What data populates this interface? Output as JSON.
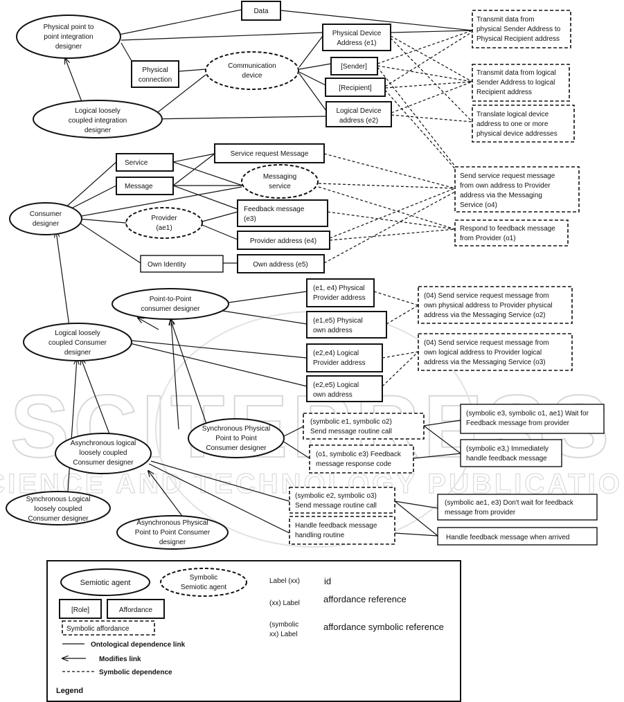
{
  "watermark": {
    "main": "SCITEPRESS",
    "sub": "SCIENCE AND TECHNOLOGY PUBLICATIONS"
  },
  "nodes": {
    "data": [
      "Data"
    ],
    "phys_p2p_designer": [
      "Physical point to",
      "point integration",
      "designer"
    ],
    "logical_loose_integration": [
      "Logical loosely",
      "coupled integration",
      "designer"
    ],
    "physical_connection": [
      "Physical",
      "connection"
    ],
    "communication_device": [
      "Communication",
      "device"
    ],
    "physical_device_address": [
      "Physical Device",
      "Address (e1)"
    ],
    "sender": [
      "[Sender]"
    ],
    "recipient": [
      "[Recipient]"
    ],
    "logical_device_address": [
      "Logical Device",
      "address (e2)"
    ],
    "transmit_physical": [
      "Transmit data from",
      "physical Sender Address to",
      "Physical Recipient address"
    ],
    "transmit_logical": [
      "Transmit data from logical",
      "Sender Address to logical",
      "Recipient address"
    ],
    "translate_logical": [
      "Translate logical device",
      "address to one or more",
      "physical device addresses"
    ],
    "service": [
      "Service"
    ],
    "message": [
      "Message"
    ],
    "service_request_message": [
      "Service request Message"
    ],
    "messaging_service": [
      "Messaging",
      "service"
    ],
    "consumer_designer": [
      "Consumer",
      "designer"
    ],
    "provider": [
      "Provider",
      "(ae1)"
    ],
    "feedback_message": [
      "Feedback message",
      "(e3)"
    ],
    "provider_address": [
      "Provider address (e4)"
    ],
    "own_identity": [
      "Own Identity"
    ],
    "own_address": [
      "Own address (e5)"
    ],
    "send_service_request": [
      "Send service request message",
      "from own address to Provider",
      "address via the Messaging",
      "Service (o4)"
    ],
    "respond_feedback": [
      "Respond to feedback message",
      "from Provider (o1)"
    ],
    "p2p_consumer_designer": [
      "Point-to-Point",
      "consumer designer"
    ],
    "e1e4_physical_provider": [
      "(e1, e4) Physical",
      "Provider address"
    ],
    "e1e5_physical_own": [
      "(e1,e5) Physical",
      "own address"
    ],
    "o2_send_physical": [
      "(04) Send service request message from",
      "own physical address to Provider physical",
      "address via the Messaging Service (o2)"
    ],
    "logical_loose_consumer": [
      "Logical loosely",
      "coupled Consumer",
      "designer"
    ],
    "e2e4_logical_provider": [
      "(e2,e4) Logical",
      "Provider address"
    ],
    "e2e5_logical_own": [
      "(e2,e5) Logical",
      "own address"
    ],
    "o3_send_logical": [
      "(04) Send service request message from",
      "own logical address to Provider logical",
      "address via the Messaging Service (o3)"
    ],
    "sync_p2p_consumer": [
      "Synchronous Physical",
      "Point to Point",
      "Consumer designer"
    ],
    "async_logical_consumer": [
      "Asynchronous logical",
      "loosely coupled",
      "Consumer designer"
    ],
    "sync_logical_consumer": [
      "Synchronous Logical",
      "loosely coupled",
      "Consumer designer"
    ],
    "async_p2p_consumer": [
      "Asynchronous  Physical",
      "Point to Point Consumer",
      "designer"
    ],
    "sym_e1_o2_call": [
      "(symbolic e1, symbolic o2)",
      "Send message routine call"
    ],
    "sym_o1_e3_response": [
      "(o1, symbolic e3) Feedback",
      "message response code"
    ],
    "wait_feedback": [
      "(symbolic e3, symbolic o1, ae1) Wait for",
      "Feedback message from provider"
    ],
    "immediately_handle": [
      "(symbolic e3,) Immediately",
      "handle feedback message"
    ],
    "sym_e2_o3_call": [
      "(symbolic e2, symbolic o3)",
      "Send message routine call"
    ],
    "dont_wait": [
      "(symbolic ae1, e3) Don't wait for feedback",
      "message from provider"
    ],
    "handle_feedback_routine": [
      "Handle feedback message",
      "handling routine"
    ],
    "handle_when_arrived": [
      "Handle feedback message when arrived"
    ]
  },
  "legend": {
    "title": "Legend",
    "semiotic_agent": "Semiotic agent",
    "symbolic_semiotic_agent": [
      "Symbolic",
      "Semiotic agent"
    ],
    "role": "[Role]",
    "affordance": "Affordance",
    "symbolic_affordance": "Symbolic affordance",
    "ontological_link": "Ontological dependence link",
    "modifies_link": "Modifies link",
    "symbolic_dependence": "Symbolic dependence",
    "label_xx": "Label (xx)",
    "id": "id",
    "xx_label": "(xx) Label",
    "affordance_reference": "affordance  reference",
    "symbolic_xx_label": [
      "(symbolic",
      "xx) Label"
    ],
    "affordance_symbolic_reference": "affordance  symbolic reference"
  }
}
